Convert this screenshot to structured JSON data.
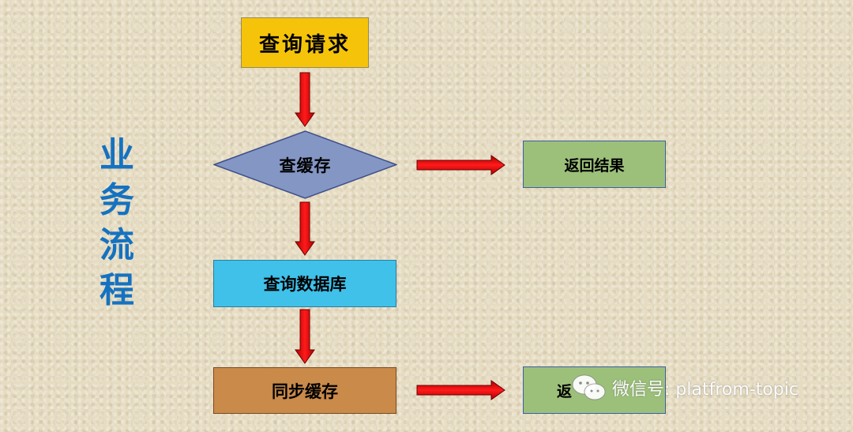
{
  "side_title": [
    "业",
    "务",
    "流",
    "程"
  ],
  "nodes": {
    "query_request": "查询请求",
    "check_cache": "查缓存",
    "return_result_1": "返回结果",
    "query_database": "查询数据库",
    "sync_cache": "同步缓存",
    "return_result_2": "返"
  },
  "watermark": "微信号: platfrom-topic",
  "colors": {
    "query_request": "#f5c40a",
    "check_cache": "#8496c4",
    "query_database": "#3fc1ea",
    "sync_cache": "#c98a4a",
    "return_result": "#9cc07a",
    "arrow": "#ee0000",
    "side_title": "#1572c0"
  }
}
